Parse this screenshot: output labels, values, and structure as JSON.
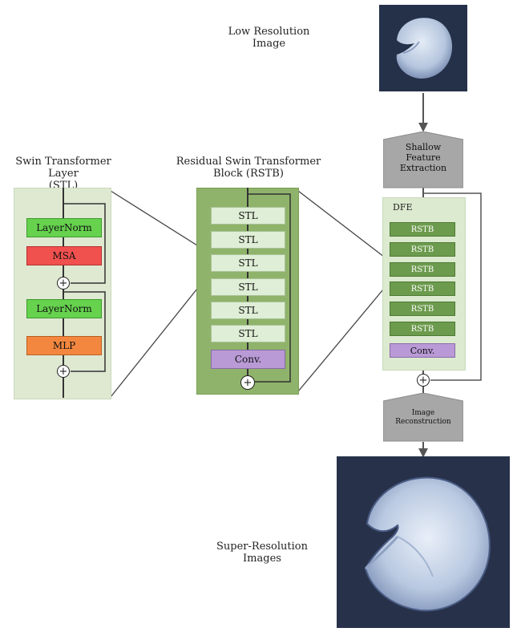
{
  "titles": {
    "low_res": "Low Resolution\nImage",
    "stl": "Swin Transformer Layer\n(STL)",
    "rstb": "Residual Swin Transformer\nBlock (RSTB)",
    "super_res": "Super-Resolution\nImages"
  },
  "stl_layer": {
    "layernorm1": "LayerNorm",
    "msa": "MSA",
    "layernorm2": "LayerNorm",
    "mlp": "MLP"
  },
  "rstb_block": {
    "stl_items": [
      "STL",
      "STL",
      "STL",
      "STL",
      "STL",
      "STL"
    ],
    "conv": "Conv."
  },
  "pipeline": {
    "shallow": "Shallow\nFeature\nExtraction",
    "dfe_label": "DFE",
    "rstb_items": [
      "RSTB",
      "RSTB",
      "RSTB",
      "RSTB",
      "RSTB",
      "RSTB"
    ],
    "conv": "Conv.",
    "reconstruction": "Image\nReconstruction"
  },
  "symbols": {
    "plus": "+"
  },
  "colors": {
    "layernorm": "#66d24e",
    "msa": "#f0504e",
    "mlp": "#f4873f",
    "stl": "#dfeed6",
    "rstb": "#6c9b4d",
    "conv": "#b99ad6",
    "gray_block": "#a9a9a9"
  }
}
